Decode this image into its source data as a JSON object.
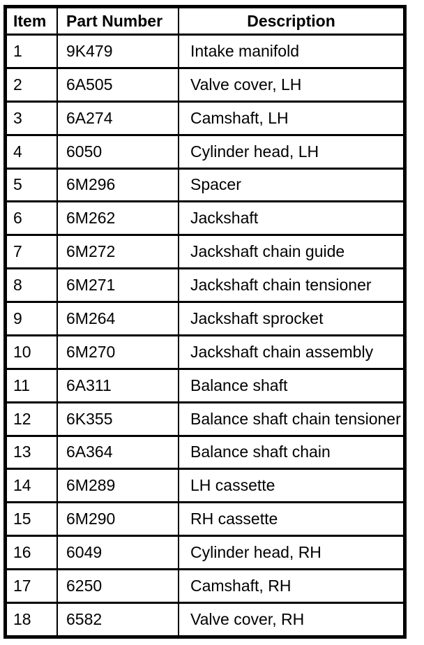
{
  "table": {
    "headers": [
      "Item",
      "Part Number",
      "Description"
    ],
    "rows": [
      {
        "item": "1",
        "part_number": "9K479",
        "description": "Intake manifold"
      },
      {
        "item": "2",
        "part_number": "6A505",
        "description": "Valve cover, LH"
      },
      {
        "item": "3",
        "part_number": "6A274",
        "description": "Camshaft, LH"
      },
      {
        "item": "4",
        "part_number": "6050",
        "description": "Cylinder head, LH"
      },
      {
        "item": "5",
        "part_number": "6M296",
        "description": "Spacer"
      },
      {
        "item": "6",
        "part_number": "6M262",
        "description": "Jackshaft"
      },
      {
        "item": "7",
        "part_number": "6M272",
        "description": "Jackshaft chain guide"
      },
      {
        "item": "8",
        "part_number": "6M271",
        "description": "Jackshaft chain tensioner"
      },
      {
        "item": "9",
        "part_number": "6M264",
        "description": "Jackshaft sprocket"
      },
      {
        "item": "10",
        "part_number": "6M270",
        "description": "Jackshaft chain assembly"
      },
      {
        "item": "11",
        "part_number": "6A311",
        "description": "Balance shaft"
      },
      {
        "item": "12",
        "part_number": "6K355",
        "description": "Balance shaft chain tensioner"
      },
      {
        "item": "13",
        "part_number": "6A364",
        "description": "Balance shaft chain"
      },
      {
        "item": "14",
        "part_number": "6M289",
        "description": "LH cassette"
      },
      {
        "item": "15",
        "part_number": "6M290",
        "description": "RH cassette"
      },
      {
        "item": "16",
        "part_number": "6049",
        "description": "Cylinder head, RH"
      },
      {
        "item": "17",
        "part_number": "6250",
        "description": "Camshaft, RH"
      },
      {
        "item": "18",
        "part_number": "6582",
        "description": "Valve cover, RH"
      }
    ],
    "colors": {
      "border": "#000000",
      "text": "#000000",
      "background": "#ffffff"
    }
  }
}
